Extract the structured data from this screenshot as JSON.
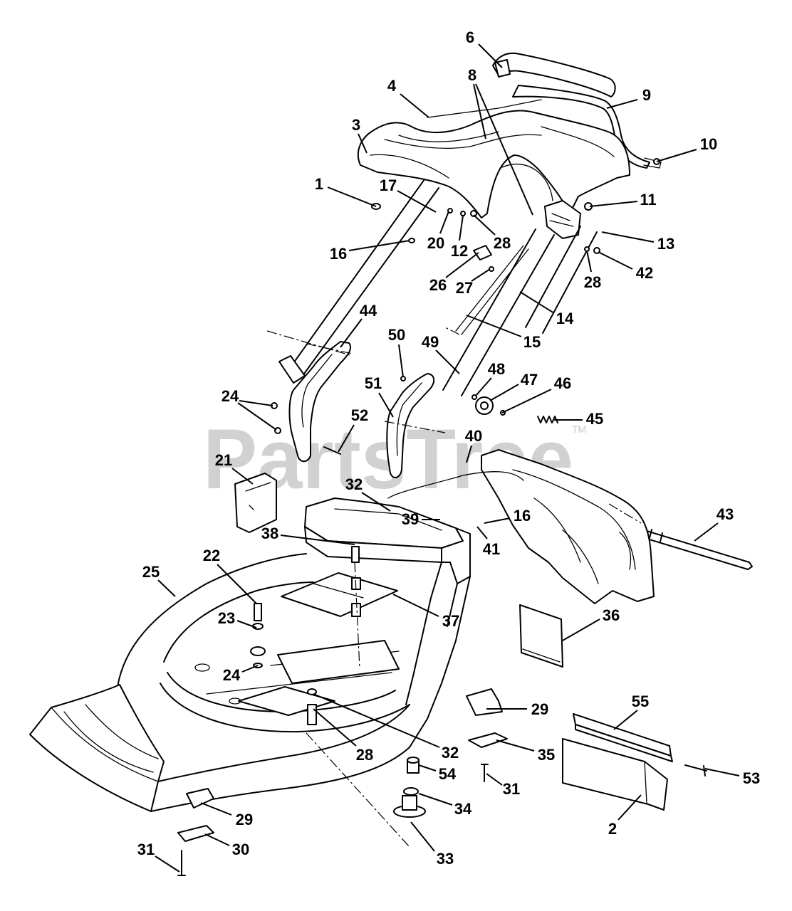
{
  "watermark": {
    "text": "PartsTree",
    "mark": "TM"
  },
  "colors": {
    "line": "#000000",
    "background": "#ffffff",
    "watermark": "#c9c9c9"
  },
  "callouts": [
    "6",
    "8",
    "4",
    "9",
    "3",
    "10",
    "1",
    "17",
    "11",
    "20",
    "12",
    "28",
    "13",
    "16",
    "26",
    "27",
    "28",
    "42",
    "14",
    "15",
    "44",
    "50",
    "49",
    "48",
    "47",
    "46",
    "51",
    "24",
    "52",
    "45",
    "40",
    "21",
    "32",
    "39",
    "16",
    "41",
    "43",
    "38",
    "22",
    "25",
    "37",
    "36",
    "23",
    "24",
    "29",
    "55",
    "28",
    "32",
    "35",
    "54",
    "31",
    "53",
    "34",
    "29",
    "2",
    "30",
    "31",
    "33"
  ]
}
